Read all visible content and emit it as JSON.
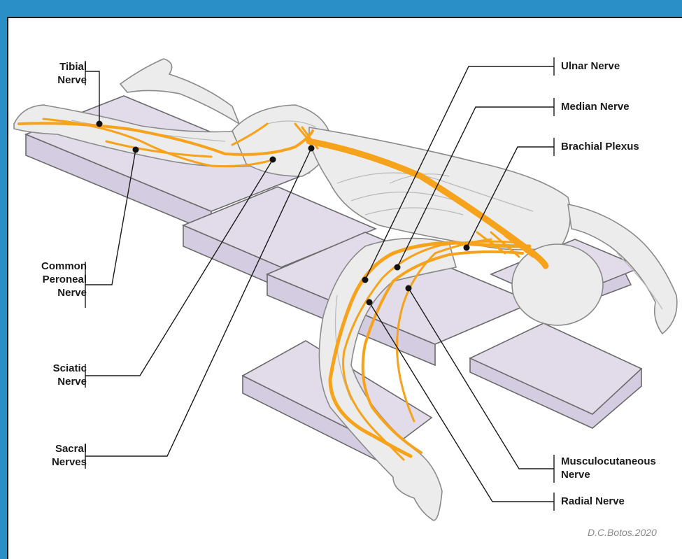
{
  "labels": {
    "tibial": "Tibial Nerve",
    "common_peroneal": "Common Peroneal Nerve",
    "sciatic": "Sciatic Nerve",
    "sacral": "Sacral Nerves",
    "ulnar": "Ulnar Nerve",
    "median": "Median Nerve",
    "brachial": "Brachial Plexus",
    "musculocutaneous": "Musculocutaneous Nerve",
    "radial": "Radial Nerve"
  },
  "credit": "D.C.Botos.2020",
  "colors": {
    "frame": "#2a8ec7",
    "nerve": "#f7a21b",
    "pad": "#e2dcea",
    "body": "#ececec",
    "line": "#1a1a1a"
  }
}
